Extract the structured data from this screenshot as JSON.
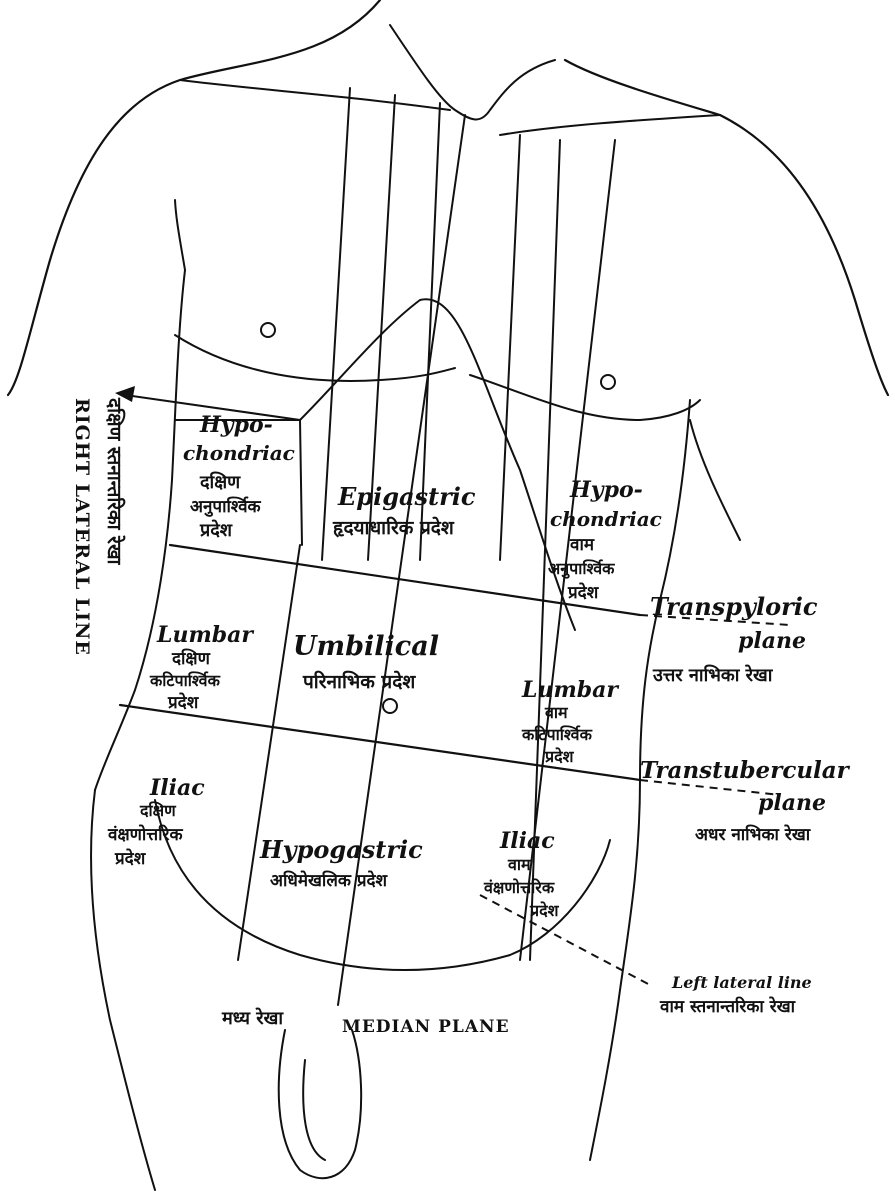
{
  "regions": {
    "right_hypochondriac": {
      "en": "Hypo-",
      "en2": "chondriac",
      "hi1": "दक्षिण",
      "hi2": "अनुपार्श्विक",
      "hi3": "प्रदेश"
    },
    "epigastric": {
      "en": "Epigastric",
      "hi": "हृदयाधारिक प्रदेश"
    },
    "left_hypochondriac": {
      "en": "Hypo-",
      "en2": "chondriac",
      "hi1": "वाम",
      "hi2": "अनुपार्श्विक",
      "hi3": "प्रदेश"
    },
    "right_lumbar": {
      "en": "Lumbar",
      "hi1": "दक्षिण",
      "hi2": "कटिपार्श्विक",
      "hi3": "प्रदेश"
    },
    "umbilical": {
      "en": "Umbilical",
      "hi": "परिनाभिक प्रदेश"
    },
    "left_lumbar": {
      "en": "Lumbar",
      "hi1": "वाम",
      "hi2": "कटिपार्श्विक",
      "hi3": "प्रदेश"
    },
    "right_iliac": {
      "en": "Iliac",
      "hi1": "दक्षिण",
      "hi2": "वंक्षणोत्तरिक",
      "hi3": "प्रदेश"
    },
    "hypogastric": {
      "en": "Hypogastric",
      "hi": "अधिमेखलिक प्रदेश"
    },
    "left_iliac": {
      "en": "Iliac",
      "hi1": "वाम",
      "hi2": "वंक्षणोत्तरिक",
      "hi3": "प्रदेश"
    }
  },
  "planes": {
    "transpyloric": {
      "en1": "Transpyloric",
      "en2": "plane",
      "hi": "उत्तर नाभिका रेखा"
    },
    "transtubercular": {
      "en1": "Transtubercular",
      "en2": "plane",
      "hi": "अधर नाभिका रेखा"
    },
    "left_lateral": {
      "en": "Left lateral line",
      "hi": "वाम स्तनान्तरिका रेखा"
    },
    "right_lateral": {
      "en": "RIGHT LATERAL LINE",
      "hi": "दक्षिण स्तनान्तरिका रेखा"
    },
    "median": {
      "hi": "मध्य रेखा",
      "en": "MEDIAN PLANE"
    }
  }
}
